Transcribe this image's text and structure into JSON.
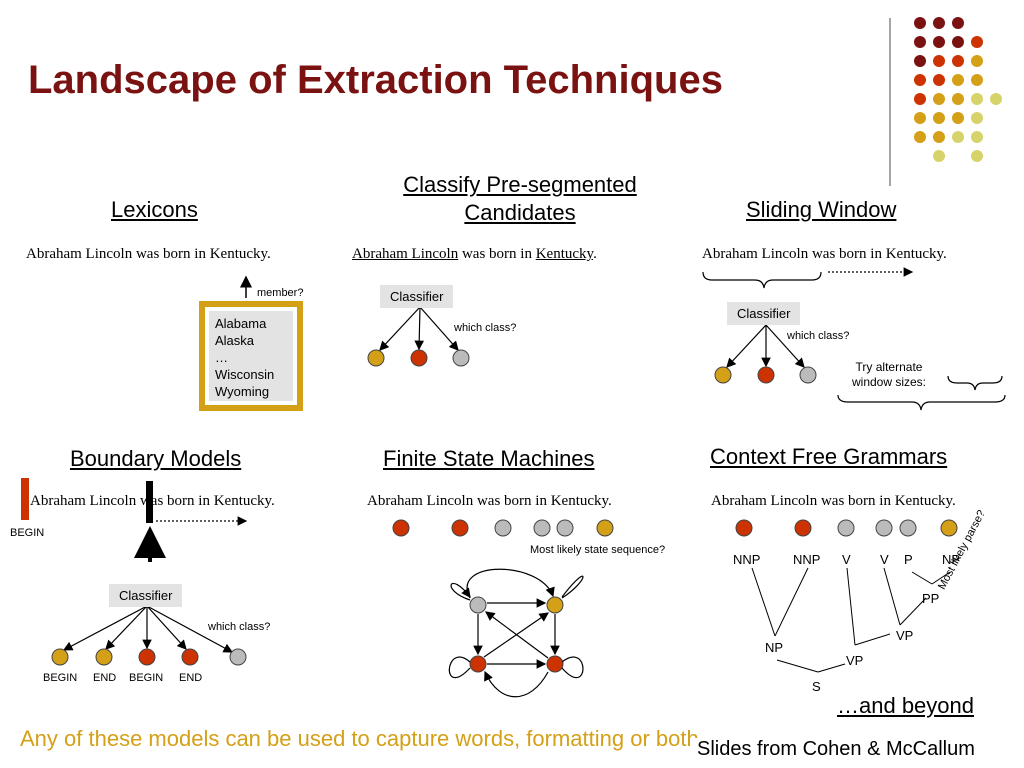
{
  "title": "Landscape of Extraction Techniques",
  "colors": {
    "title": "#7a1212",
    "dark_red": "#7a1212",
    "red": "#cc3300",
    "gold": "#d4a017",
    "light": "#d6d36a",
    "gray": "#bbbbbb"
  },
  "sentence": "Abraham Lincoln was born in Kentucky.",
  "lexicons": {
    "heading": "Lexicons",
    "member_label": "member?",
    "list": [
      "Alabama",
      "Alaska",
      "…",
      "Wisconsin",
      "Wyoming"
    ]
  },
  "classify": {
    "heading_line1": "Classify Pre-segmented",
    "heading_line2": "Candidates",
    "seg1": "Abraham Lincoln",
    "mid": " was born in ",
    "seg2": "Kentucky",
    "end": ".",
    "classifier": "Classifier",
    "which_class": "which class?"
  },
  "sliding": {
    "heading": "Sliding Window",
    "classifier": "Classifier",
    "which_class": "which class?",
    "try_line1": "Try alternate",
    "try_line2": "window sizes:"
  },
  "boundary": {
    "heading": "Boundary Models",
    "begin_marker": "BEGIN",
    "classifier": "Classifier",
    "which_class": "which class?",
    "node_labels": [
      "BEGIN",
      "END",
      "BEGIN",
      "END"
    ]
  },
  "fsm": {
    "heading": "Finite State Machines",
    "most_likely": "Most likely state sequence?"
  },
  "cfg": {
    "heading": "Context Free Grammars",
    "tags": [
      "NNP",
      "NNP",
      "V",
      "V",
      "P",
      "NP"
    ],
    "pp": "PP",
    "vp1": "VP",
    "np": "NP",
    "vp2": "VP",
    "s": "S",
    "most_likely_parse": "Most likely parse?"
  },
  "and_beyond": "…and beyond",
  "bottom_note": "Any of these models can be used to capture words, formatting or both.",
  "credit": "Slides from Cohen & McCallum"
}
